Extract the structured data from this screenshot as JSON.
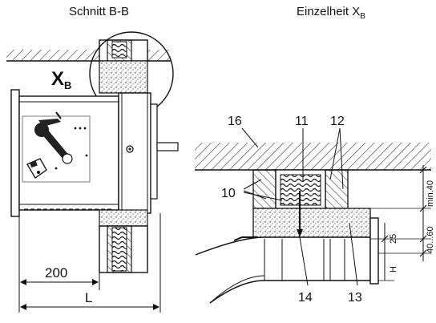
{
  "headings": {
    "left": "Schnitt B-B",
    "right_main": "Einzelheit X",
    "right_sub": "B"
  },
  "left_view": {
    "detail_mark_main": "X",
    "detail_mark_sub": "B",
    "dim_200": "200",
    "dim_L": "L"
  },
  "detail_view": {
    "callouts": [
      "16",
      "11",
      "12",
      "10",
      "14",
      "13"
    ],
    "dims": {
      "min40": "min.40",
      "range": "40...60",
      "d25": "25",
      "H": "H"
    }
  }
}
